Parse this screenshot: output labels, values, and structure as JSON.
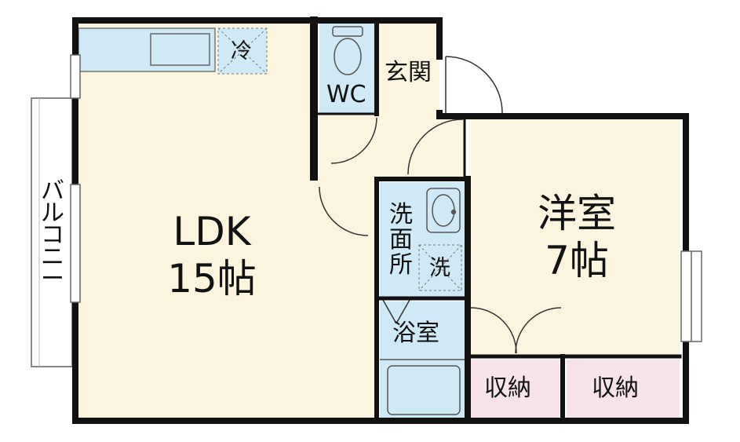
{
  "rooms": {
    "ldk_name": "LDK",
    "ldk_size": "15帖",
    "western_name": "洋室",
    "western_size": "7帖",
    "wc": "WC",
    "entrance": "玄関",
    "washroom": "洗面所",
    "bath": "浴室",
    "storage_1": "収納",
    "storage_2": "収納",
    "balcony": "バルコニー"
  },
  "fixtures": {
    "refrigerator": "冷",
    "washer": "洗"
  },
  "colors": {
    "floor": "#fbf4de",
    "wet_area": "#cfeaf6",
    "storage": "#f8e3ea",
    "wall": "#111111"
  }
}
